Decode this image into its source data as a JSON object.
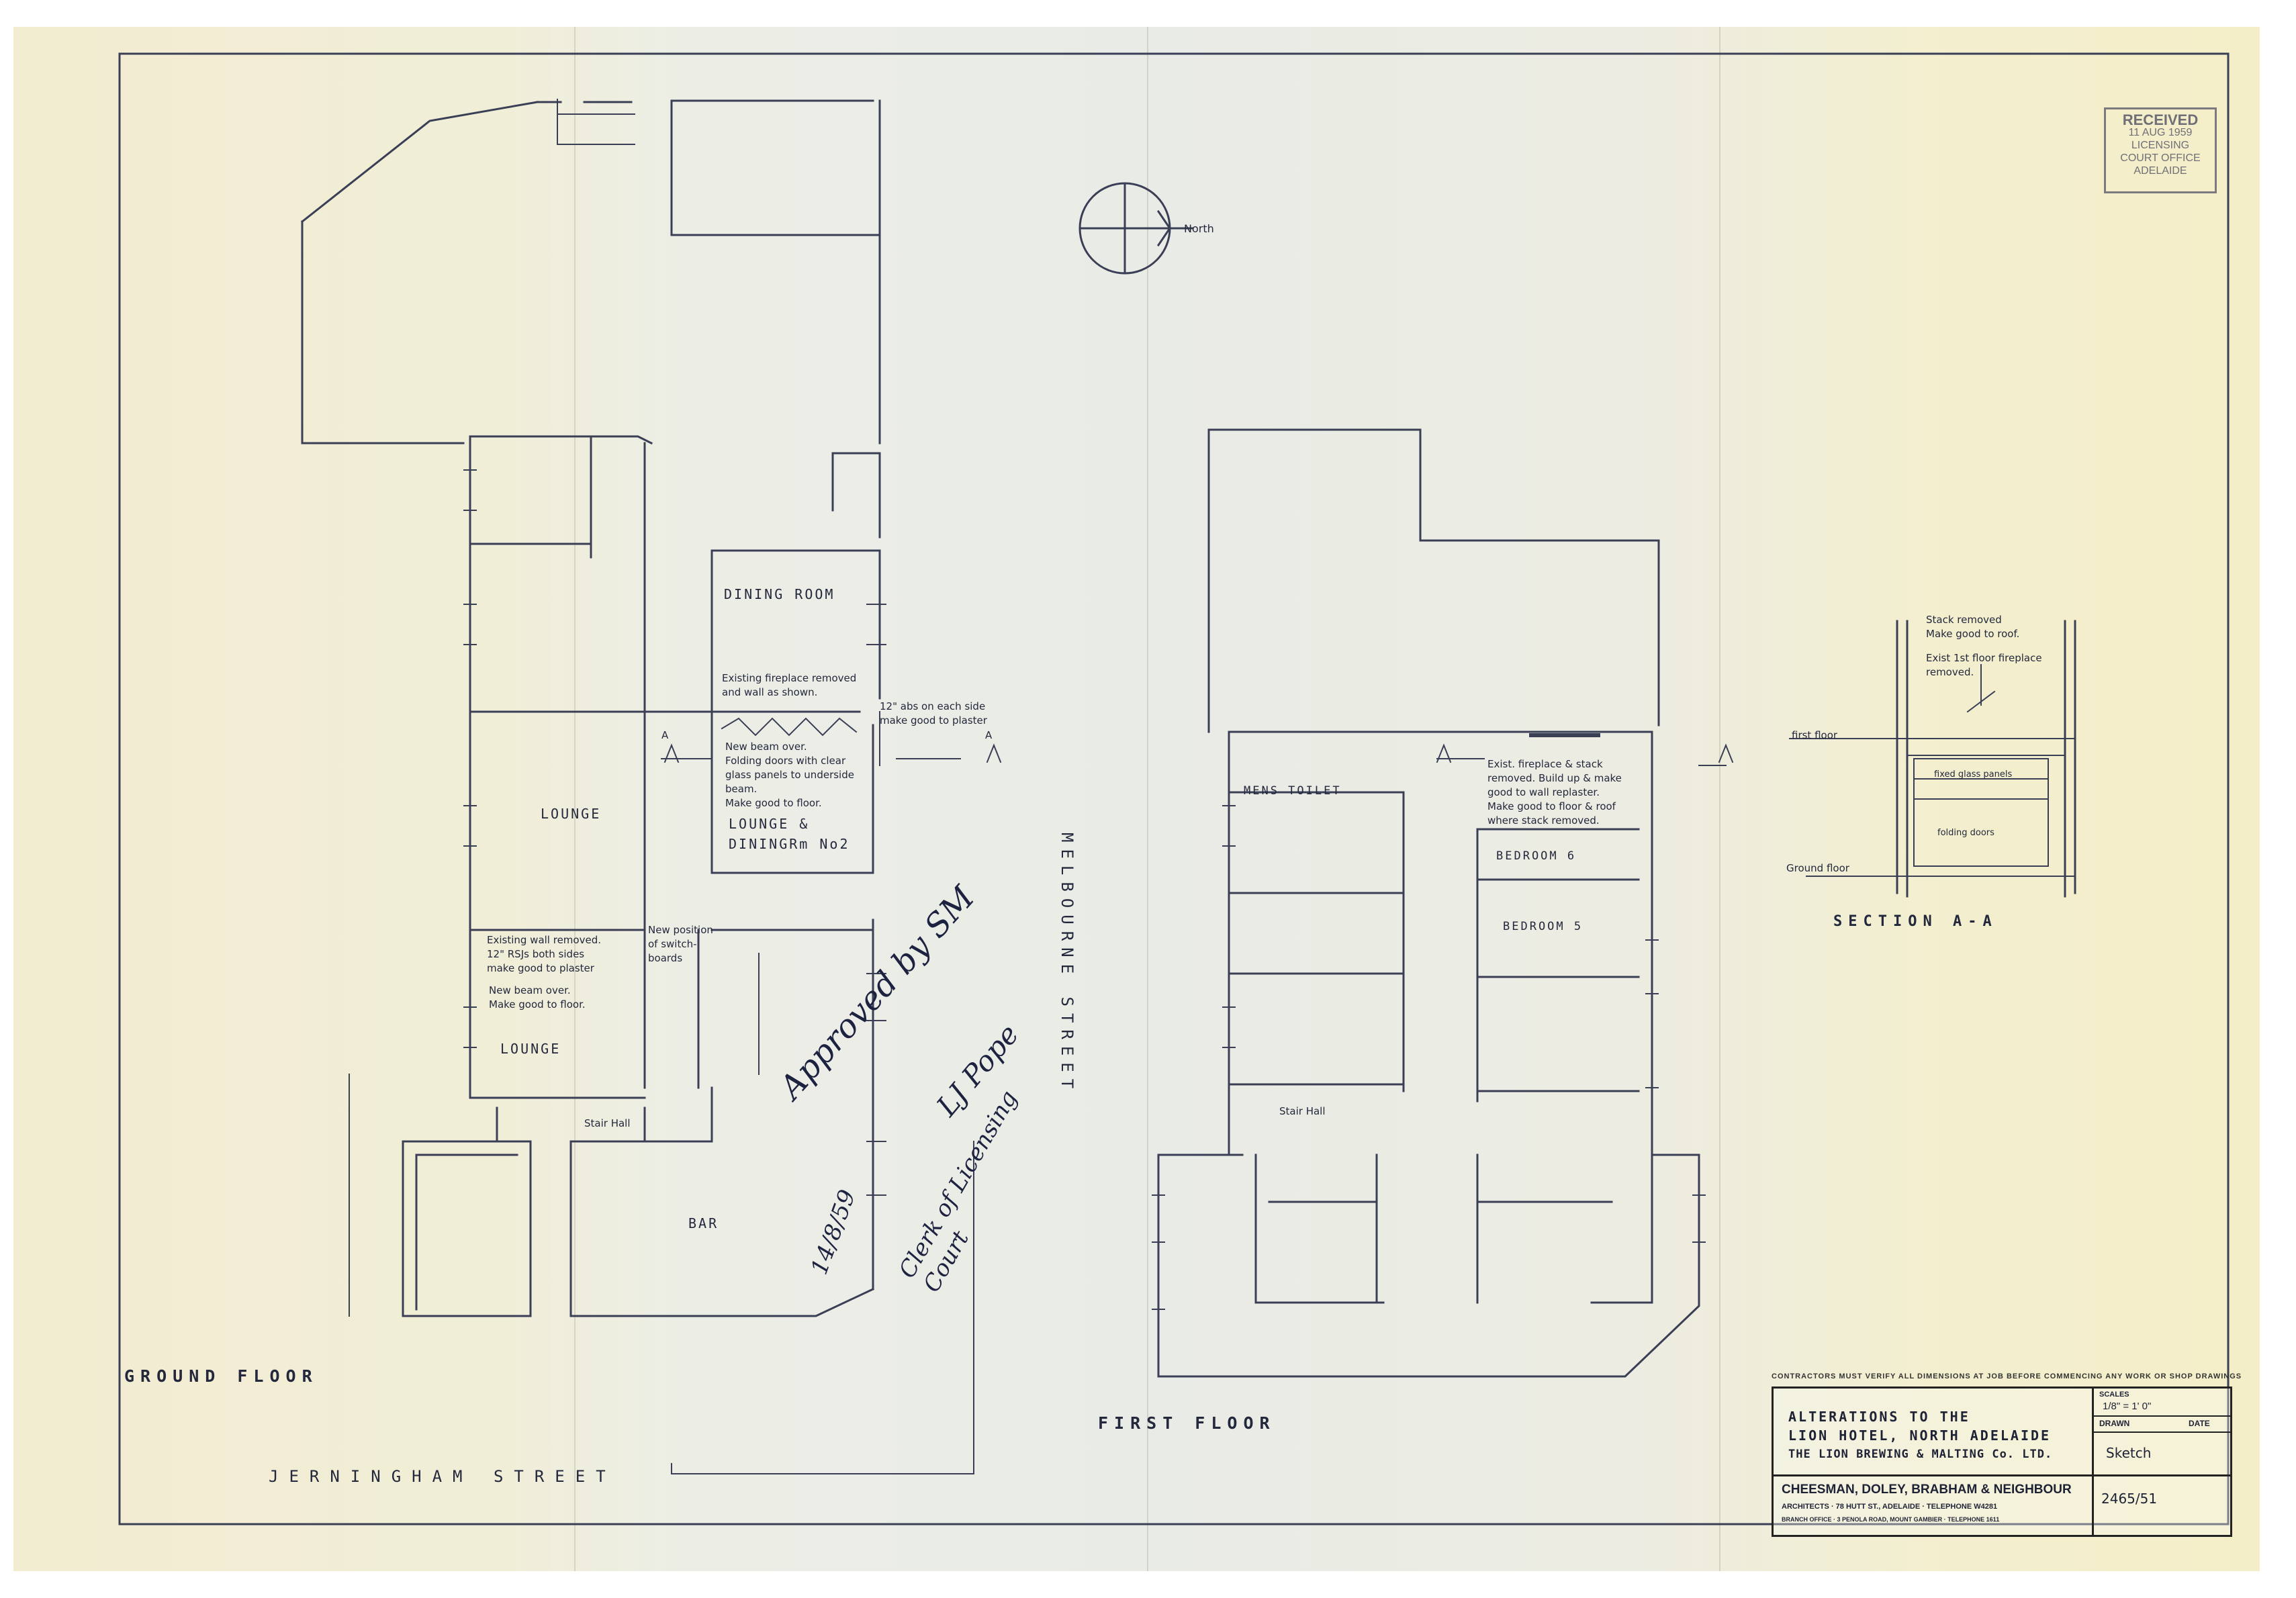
{
  "labels": {
    "north": "North",
    "dining_room": "DINING ROOM",
    "lounge_1": "LOUNGE",
    "lounge_2": "LOUNGE",
    "lounge_dining_2": "LOUNGE &\nDININGRm No2",
    "bar": "BAR",
    "stair_hall_ground": "Stair Hall",
    "stair_hall_first": "Stair Hall",
    "mens_toilet": "MENS TOILET",
    "bedroom_6": "BEDROOM 6",
    "bedroom_5": "BEDROOM 5",
    "ground_floor": "GROUND FLOOR",
    "first_floor": "FIRST FLOOR",
    "section": "SECTION A-A",
    "jerningham_street": "JERNINGHAM STREET",
    "melbourne_street": "MELBOURNE STREET",
    "section_first_floor": "first floor",
    "section_ground_floor": "Ground floor",
    "section_fixed_glass": "fixed glass panels",
    "section_folding_doors": "folding doors",
    "section_arrow_a": "A",
    "section_arrow_a2": "A"
  },
  "notes": {
    "fireplace_removed": "Existing fireplace removed\nand wall as shown.",
    "rsj_each_side": "12\" abs on each side\nmake good to plaster",
    "new_beam_folding": "New beam over.\nFolding doors with clear\nglass panels to underside\nbeam.\nMake good to floor.",
    "wall_removed": "Existing wall removed.\n12\" RSJs both sides\nmake good to plaster",
    "new_position_switchboards": "New position\nof switch-\nboards",
    "new_beam_floor": "New beam over.\nMake good to floor.",
    "first_fireplace_stack": "Exist. fireplace & stack\nremoved. Build up & make\ngood to wall replaster.\nMake good to floor & roof\nwhere stack removed.",
    "stack_removed": "Stack removed\nMake good to roof.",
    "first_floor_fireplace": "Exist 1st floor fireplace\nremoved."
  },
  "stamp": {
    "title": "RECEIVED",
    "date": "11 AUG 1959",
    "line1": "LICENSING",
    "line2": "COURT OFFICE",
    "line3": "ADELAIDE"
  },
  "approval": {
    "approved": "Approved by SM",
    "signature": "LJ Pope",
    "role": "Clerk of Licensing\nCourt",
    "date": "14/8/59"
  },
  "title_block": {
    "contractors_note": "CONTRACTORS MUST VERIFY ALL DIMENSIONS AT JOB BEFORE COMMENCING ANY WORK OR SHOP DRAWINGS",
    "title_line1": "ALTERATIONS TO THE",
    "title_line2": "LION HOTEL, NORTH ADELAIDE",
    "title_line3": "THE LION BREWING & MALTING Co. LTD.",
    "scales_label": "SCALES",
    "scale": "1/8\" = 1' 0\"",
    "drawn_label": "DRAWN",
    "date_label": "DATE",
    "status": "Sketch",
    "firm": "CHEESMAN, DOLEY, BRABHAM & NEIGHBOUR",
    "address": "ARCHITECTS  ·  78 HUTT ST., ADELAIDE  ·  TELEPHONE W4281",
    "branch": "BRANCH OFFICE  ·  3 PENOLA ROAD, MOUNT GAMBIER  ·  TELEPHONE 1611",
    "drawing_number": "2465/51"
  }
}
